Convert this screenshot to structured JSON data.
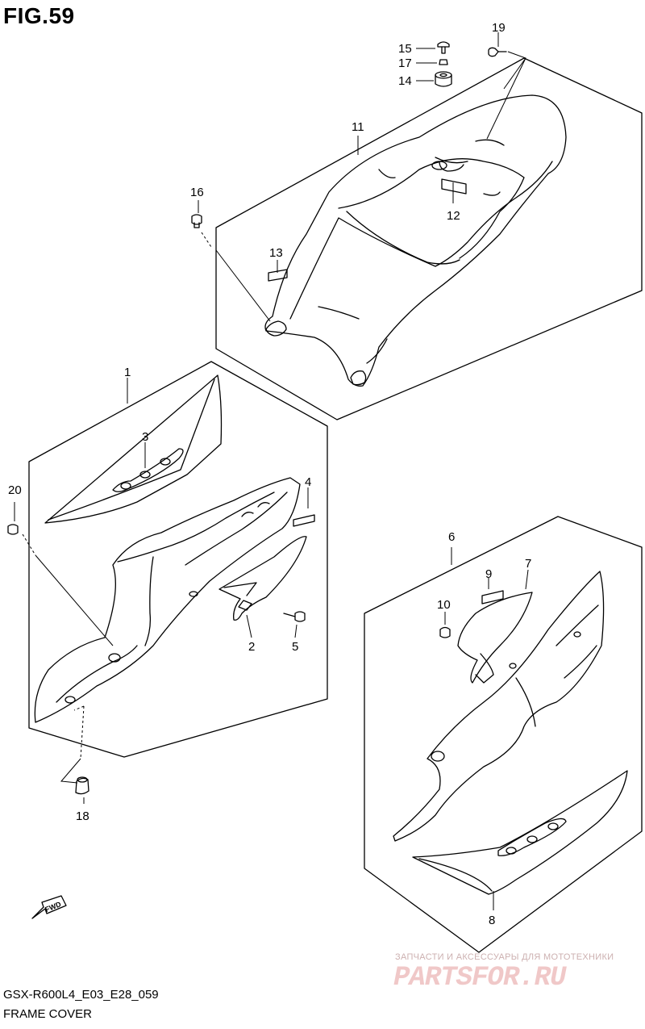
{
  "figure": {
    "title": "FIG.59"
  },
  "callouts": {
    "p1": "1",
    "p2": "2",
    "p3": "3",
    "p4": "4",
    "p5": "5",
    "p6": "6",
    "p7": "7",
    "p8": "8",
    "p9": "9",
    "p10": "10",
    "p11": "11",
    "p12": "12",
    "p13": "13",
    "p14": "14",
    "p15": "15",
    "p16": "16",
    "p17": "17",
    "p18": "18",
    "p19": "19",
    "p20": "20"
  },
  "fwd_arrow": {
    "label": "FWD"
  },
  "watermark": {
    "tagline": "ЗАПЧАСТИ И АКСЕССУАРЫ ДЛЯ МОТОТЕХНИКИ",
    "logo": "PARTSFOR.RU"
  },
  "footer": {
    "model_code": "GSX-R600L4_E03_E28_059",
    "section_name": "FRAME COVER"
  }
}
